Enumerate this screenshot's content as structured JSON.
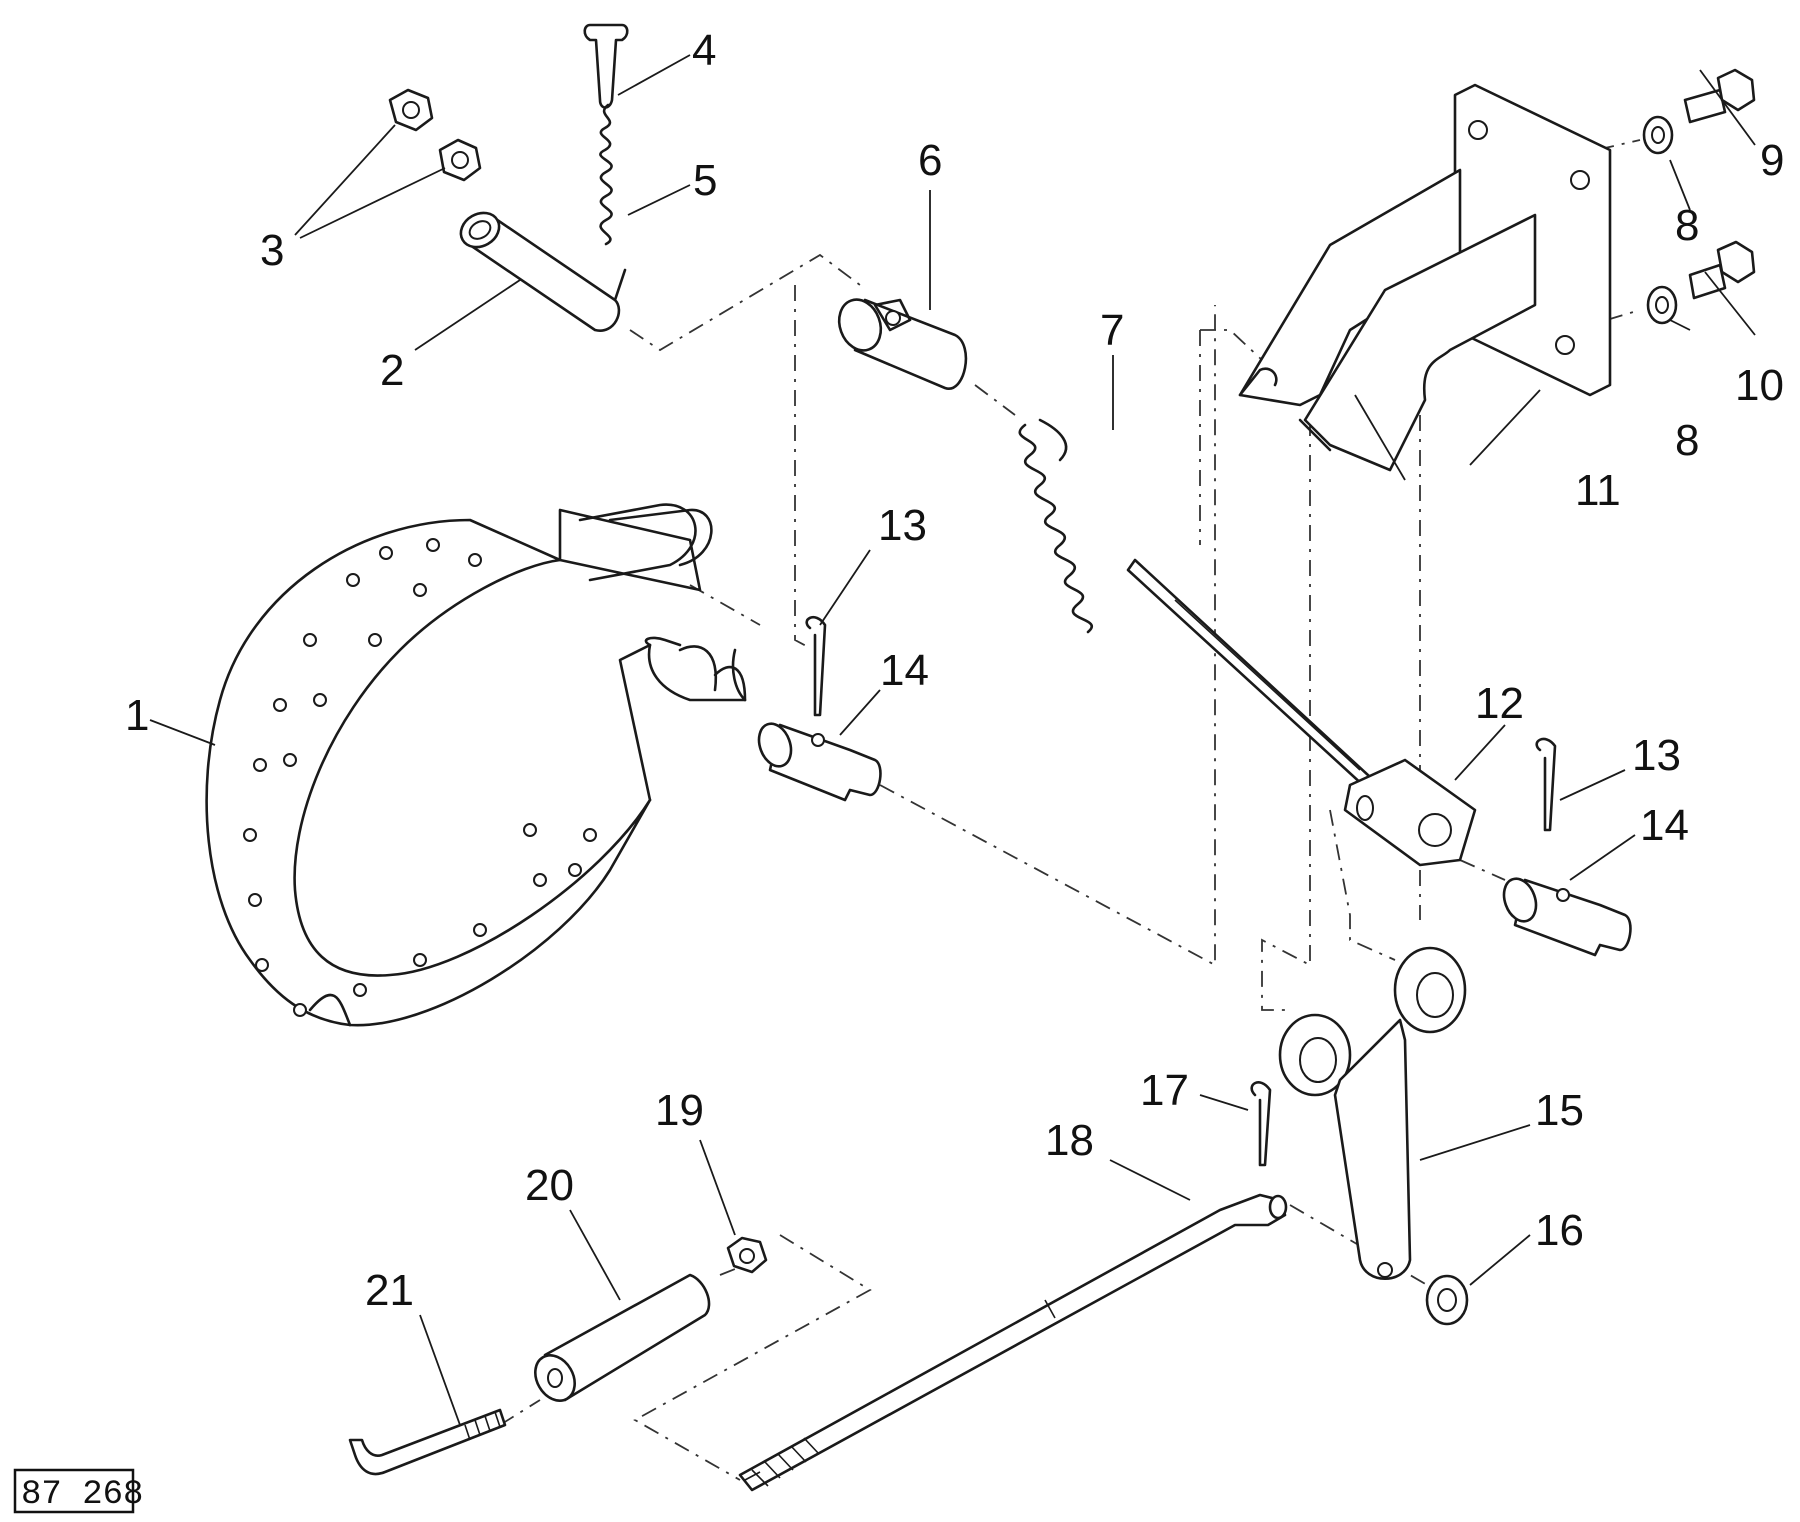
{
  "figure_ref": "87 268",
  "callouts": [
    {
      "id": "1",
      "label": "1"
    },
    {
      "id": "2",
      "label": "2"
    },
    {
      "id": "3",
      "label": "3"
    },
    {
      "id": "4",
      "label": "4"
    },
    {
      "id": "5",
      "label": "5"
    },
    {
      "id": "6",
      "label": "6"
    },
    {
      "id": "7",
      "label": "7"
    },
    {
      "id": "8a",
      "label": "8"
    },
    {
      "id": "8b",
      "label": "8"
    },
    {
      "id": "9",
      "label": "9"
    },
    {
      "id": "10",
      "label": "10"
    },
    {
      "id": "11",
      "label": "11"
    },
    {
      "id": "12",
      "label": "12"
    },
    {
      "id": "13a",
      "label": "13"
    },
    {
      "id": "13b",
      "label": "13"
    },
    {
      "id": "14a",
      "label": "14"
    },
    {
      "id": "14b",
      "label": "14"
    },
    {
      "id": "15",
      "label": "15"
    },
    {
      "id": "16",
      "label": "16"
    },
    {
      "id": "17",
      "label": "17"
    },
    {
      "id": "18",
      "label": "18"
    },
    {
      "id": "19",
      "label": "19"
    },
    {
      "id": "20",
      "label": "20"
    },
    {
      "id": "21",
      "label": "21"
    }
  ]
}
